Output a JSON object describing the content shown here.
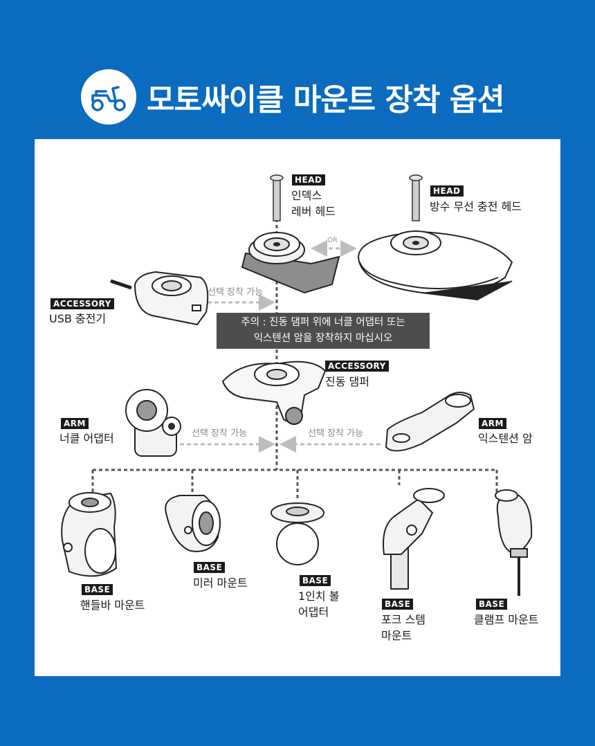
{
  "header": {
    "title": "모토싸이클 마운트 장착 옵션",
    "icon": "scooter-icon",
    "background": "#0a6bbf"
  },
  "warning": {
    "line1": "주의 : 진동 댐퍼 위에 너클 어댑터 또는",
    "line2": "익스텐션 암을 장착하지 마십시오"
  },
  "connectors": {
    "or": "OR",
    "optional_accessory": "선택 장착 가능",
    "optional_arm_left": "선택 장착 가능",
    "optional_arm_right": "선택 장착 가능"
  },
  "components": {
    "head_index": {
      "tag": "HEAD",
      "line1": "인덱스",
      "line2": "레버 헤드"
    },
    "head_wireless": {
      "tag": "HEAD",
      "label": "방수 무선 충전 헤드"
    },
    "usb": {
      "tag": "ACCESSORY",
      "label": "USB 충전기"
    },
    "damper": {
      "tag": "ACCESSORY",
      "label": "진동 댐퍼"
    },
    "knuckle": {
      "tag": "ARM",
      "label": "너클 어댑터"
    },
    "extension": {
      "tag": "ARM",
      "label": "익스텐션 암"
    },
    "handlebar": {
      "tag": "BASE",
      "label": "핸들바 마운트"
    },
    "mirror": {
      "tag": "BASE",
      "label": "미러 마운트"
    },
    "ball": {
      "tag": "BASE",
      "line1": "1인치 볼",
      "line2": "어댑터"
    },
    "fork": {
      "tag": "BASE",
      "line1": "포크 스템",
      "line2": "마운트"
    },
    "clamp": {
      "tag": "BASE",
      "label": "클램프 마운트"
    }
  }
}
